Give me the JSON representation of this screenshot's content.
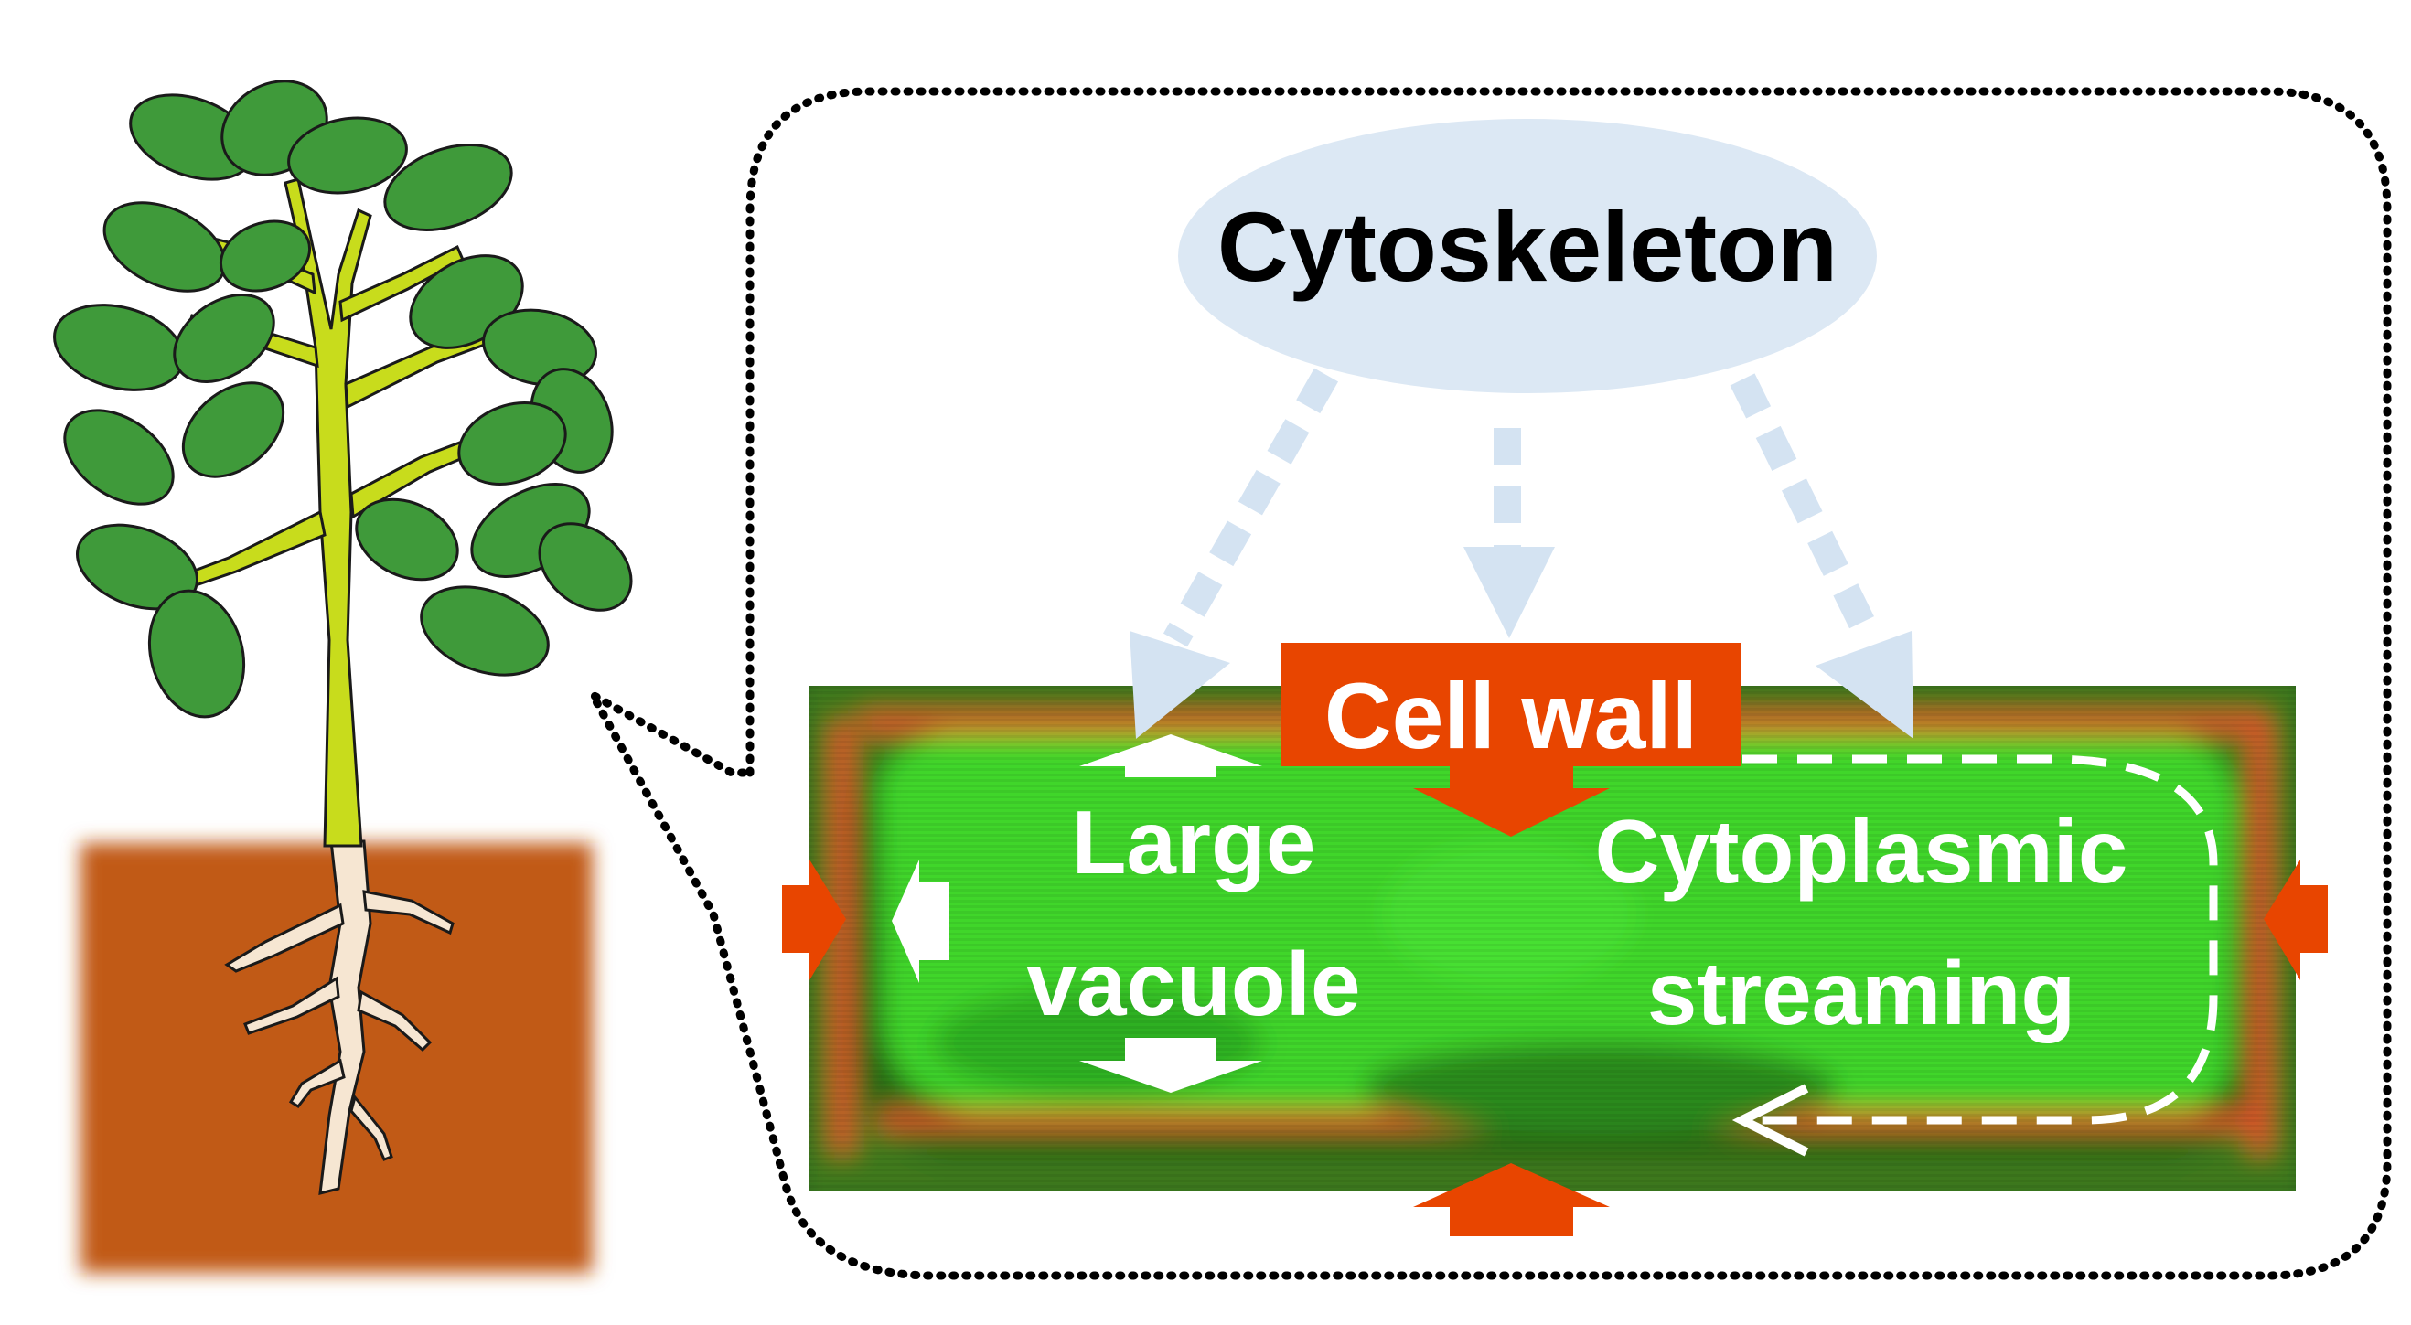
{
  "labels": {
    "cytoskeleton": "Cytoskeleton",
    "cell_wall": "Cell wall",
    "vacuole_line1": "Large",
    "vacuole_line2": "vacuole",
    "streaming_line1": "Cytoplasmic",
    "streaming_line2": "streaming"
  },
  "colors": {
    "cytoskeleton_bubble": "#dce8f4",
    "dashed_arrow": "#d4e3f2",
    "cell_wall_red": "#e84500",
    "cell_green": "#3fd62a",
    "soil": "#c15a12",
    "leaf": "#3f9a3a",
    "stem": "#c8dc1c",
    "root": "#f6e6d2"
  },
  "icons": {
    "plant": "plant-illustration",
    "soil": "soil-block",
    "callout": "dotted-callout-frame"
  }
}
